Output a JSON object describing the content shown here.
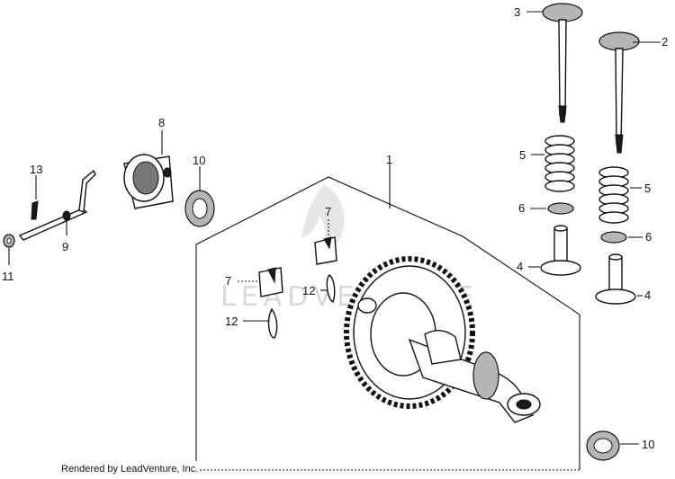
{
  "watermark": "LEADVENTURE",
  "credit": "Rendered by LeadVenture, Inc.",
  "callouts": {
    "c1": "1",
    "c2": "2",
    "c3": "3",
    "c4a": "4",
    "c4b": "4",
    "c5a": "5",
    "c5b": "5",
    "c6a": "6",
    "c6b": "6",
    "c7a": "7",
    "c7b": "7",
    "c8": "8",
    "c9": "9",
    "c10a": "10",
    "c10b": "10",
    "c11": "11",
    "c12a": "12",
    "c12b": "12",
    "c13": "13"
  }
}
